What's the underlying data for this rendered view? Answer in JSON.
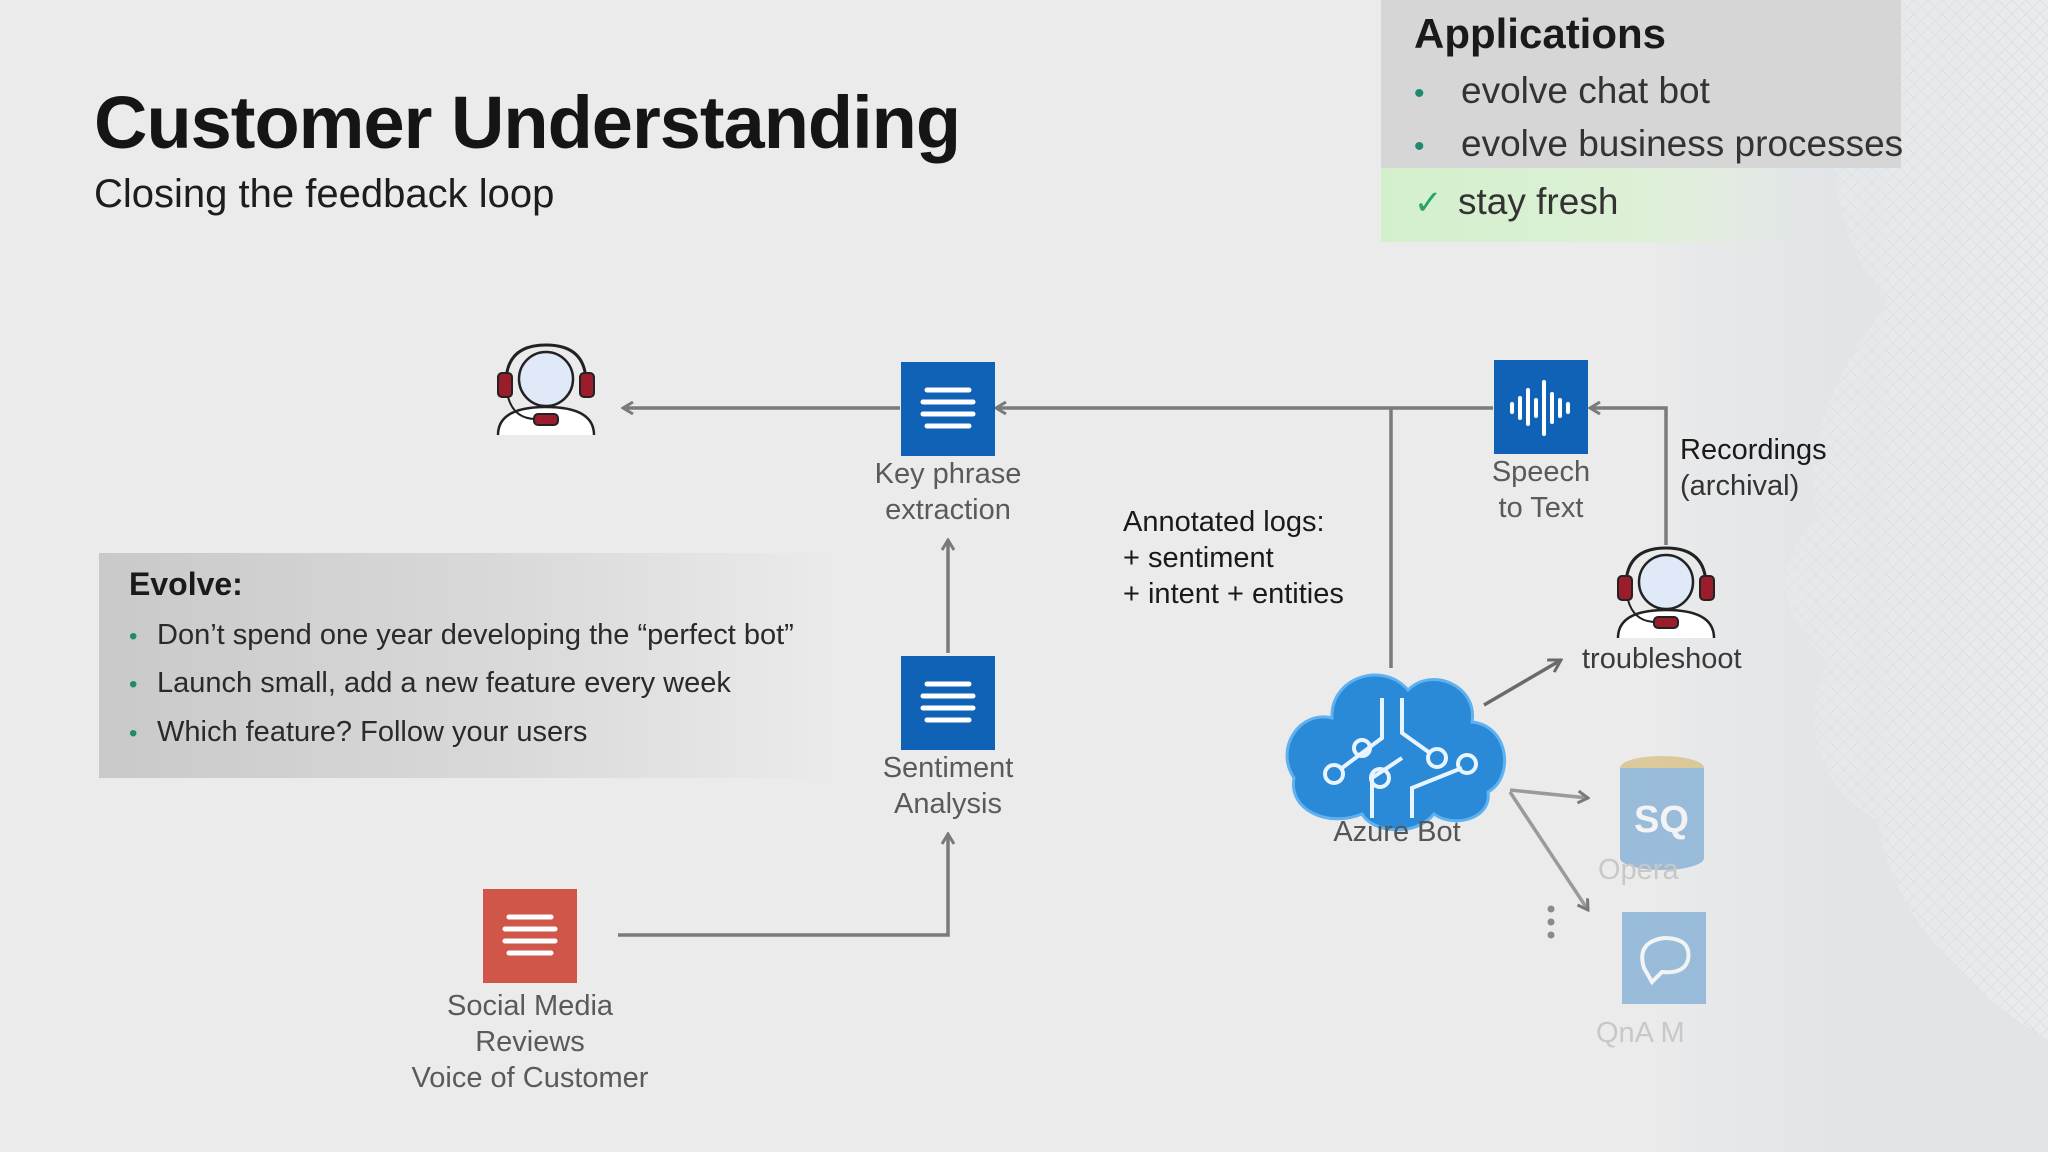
{
  "slide": {
    "title": "Customer Understanding",
    "subtitle": "Closing the feedback loop"
  },
  "applications": {
    "heading": "Applications",
    "items": [
      "evolve chat bot",
      "evolve business processes"
    ],
    "checked_item": "stay fresh"
  },
  "evolve": {
    "heading": "Evolve:",
    "items": [
      "Don’t spend one year developing the “perfect bot”",
      "Launch small, add a new feature every week",
      "Which feature? Follow your users"
    ]
  },
  "diagram": {
    "key_phrase": {
      "line1": "Key phrase",
      "line2": "extraction"
    },
    "sentiment": {
      "line1": "Sentiment",
      "line2": "Analysis"
    },
    "social": {
      "line1": "Social Media",
      "line2": "Reviews",
      "line3": "Voice of Customer"
    },
    "speech": {
      "line1": "Speech",
      "line2": "to Text"
    },
    "recordings": {
      "line1": "Recordings",
      "line2": "(archival)"
    },
    "annotated": {
      "line1": "Annotated logs:",
      "line2": "+  sentiment",
      "line3": "+  intent + entities"
    },
    "troubleshoot": "troubleshoot",
    "azure_bot": "Azure Bot",
    "faded_sql": "SQ",
    "faded_oper": "Opera",
    "faded_qna": "QnA M"
  },
  "colors": {
    "tile_blue": "#0f62b5",
    "tile_red": "#d1564a",
    "bullet_green": "#1f8a70",
    "check_green": "#2ba26a",
    "arrow_gray": "#7a7a7a"
  }
}
